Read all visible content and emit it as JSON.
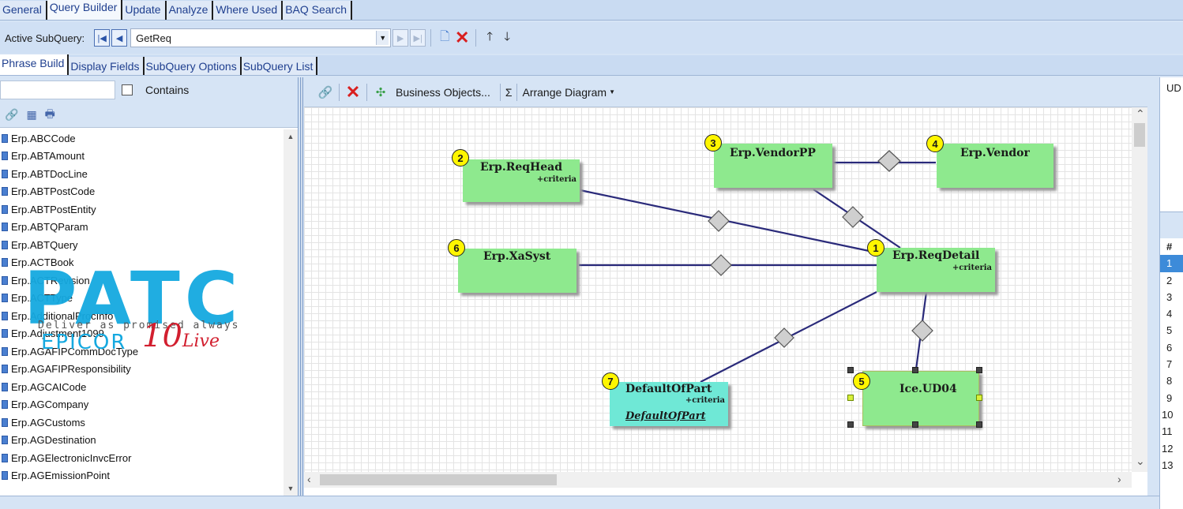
{
  "top_tabs": [
    "General",
    "Query Builder",
    "Update",
    "Analyze",
    "Where Used",
    "BAQ Search"
  ],
  "subquery_bar": {
    "label": "Active SubQuery:",
    "current": "GetReq"
  },
  "sub_tabs": [
    "Phrase Build",
    "Display Fields",
    "SubQuery Options",
    "SubQuery List"
  ],
  "left": {
    "contains_label": "Contains",
    "tables": [
      "Erp.ABCCode",
      "Erp.ABTAmount",
      "Erp.ABTDocLine",
      "Erp.ABTPostCode",
      "Erp.ABTPostEntity",
      "Erp.ABTQParam",
      "Erp.ABTQuery",
      "Erp.ACTBook",
      "Erp.ACTRevision",
      "Erp.ACTType",
      "Erp.AdditionalProcInfo",
      "Erp.Adjustment1099",
      "Erp.AGAFIPCommDocType",
      "Erp.AGAFIPResponsibility",
      "Erp.AGCAICode",
      "Erp.AGCompany",
      "Erp.AGCustoms",
      "Erp.AGDestination",
      "Erp.AGElectronicInvcError",
      "Erp.AGEmissionPoint"
    ]
  },
  "watermark": {
    "brand": "PATC",
    "tagline": "Deliver as promised always",
    "product": "EPICOR",
    "version": "10",
    "live": "Live"
  },
  "diagram_toolbar": {
    "business_objects": "Business Objects...",
    "sigma": "Σ",
    "arrange": "Arrange Diagram"
  },
  "nodes": [
    {
      "num": "1",
      "title": "Erp.ReqDetail",
      "criteria": "+criteria"
    },
    {
      "num": "2",
      "title": "Erp.ReqHead",
      "criteria": "+criteria"
    },
    {
      "num": "3",
      "title": "Erp.VendorPP",
      "criteria": ""
    },
    {
      "num": "4",
      "title": "Erp.Vendor",
      "criteria": ""
    },
    {
      "num": "5",
      "title": "Ice.UD04",
      "criteria": ""
    },
    {
      "num": "6",
      "title": "Erp.XaSyst",
      "criteria": ""
    },
    {
      "num": "7",
      "title": "DefaultOfPart",
      "criteria": "+criteria",
      "alias": "DefaultOfPart"
    }
  ],
  "right": {
    "header": "UD",
    "col_header": "#",
    "row_numbers": [
      "1",
      "2",
      "3",
      "4",
      "5",
      "6",
      "7",
      "8",
      "9",
      "10",
      "11",
      "12",
      "13"
    ]
  }
}
